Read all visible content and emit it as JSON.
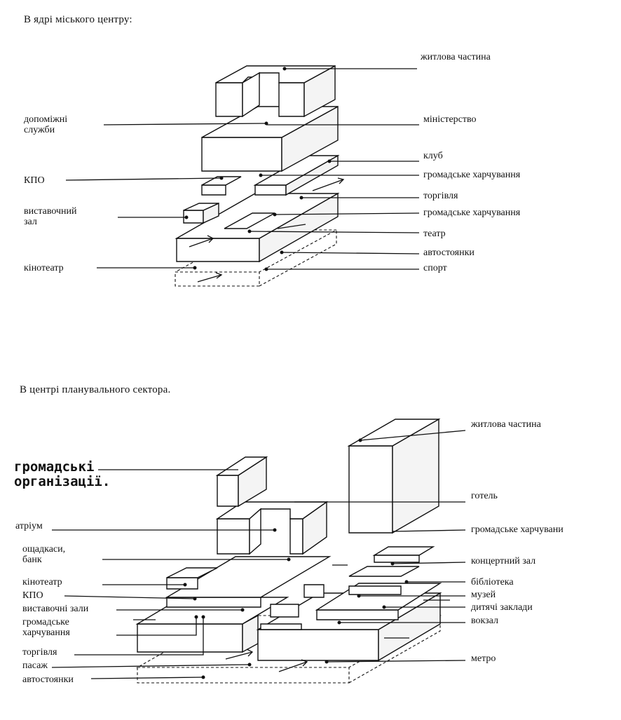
{
  "top": {
    "caption": "В ядрі міського центру:",
    "labels": {
      "residential": "житлова частина",
      "aux": "допоміжні\nслужби",
      "ministry": "міністерство",
      "club": "клуб",
      "kpo": "КПО",
      "catering1": "громадське харчування",
      "trade": "торгівля",
      "exhibit": "виставочний\nзал",
      "catering2": "громадське харчування",
      "theatre": "театр",
      "parking": "автостоянки",
      "cinema": "кінотеатр",
      "sport": "спорт"
    }
  },
  "bottom": {
    "caption": "В центрі планувального сектора.",
    "labels": {
      "public_orgs": "громадські\nорганізації.",
      "residential": "житлова частина",
      "hotel": "готель",
      "atrium": "атріум",
      "catering_r": "громадське харчувани",
      "savings": "ощадкаси,\nбанк",
      "concert": "концертний зал",
      "cinema": "кінотеатр",
      "library": "бібліотека",
      "kpo": "КПО",
      "museum": "музей",
      "exhibits": "виставочні зали",
      "children": "дитячі заклади",
      "catering_l": "громадське\nхарчування",
      "station": "вокзал",
      "trade": "торгівля",
      "passage": "пасаж",
      "metro": "метро",
      "parking": "автостоянки"
    }
  }
}
